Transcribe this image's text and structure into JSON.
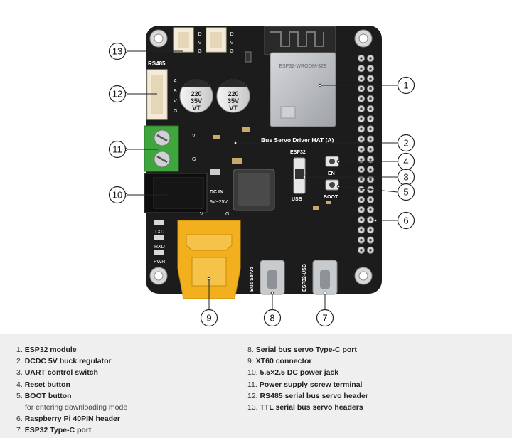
{
  "board": {
    "title": "Bus Servo Driver HAT (A)",
    "labels": {
      "rs485": "RS485",
      "dc_in": "DC IN",
      "dc_range": "9V~25V",
      "esp32": "ESP32",
      "usb": "USB",
      "en": "EN",
      "boot": "BOOT",
      "txd": "TXD",
      "rxd": "RXD",
      "pwr": "PWR",
      "bus_servo": "Bus Servo",
      "esp32_usb": "ESP32-USB",
      "cap1": [
        "220",
        "35V",
        "VT"
      ],
      "cap2": [
        "220",
        "35V",
        "VT"
      ],
      "pin_v": "V",
      "pin_g": "G",
      "pin_d": "D",
      "pin_a": "A",
      "pin_b": "B"
    }
  },
  "callouts": [
    "1",
    "2",
    "3",
    "4",
    "5",
    "6",
    "7",
    "8",
    "9",
    "10",
    "11",
    "12",
    "13"
  ],
  "legend": {
    "left": [
      {
        "n": "1.",
        "t": "ESP32 module"
      },
      {
        "n": "2.",
        "t": "DCDC 5V buck regulator"
      },
      {
        "n": "3.",
        "t": "UART control switch"
      },
      {
        "n": "4.",
        "t": "Reset button"
      },
      {
        "n": "5.",
        "t": "BOOT button"
      },
      {
        "n": "",
        "t": "for entering downloading mode",
        "sub": true
      },
      {
        "n": "6.",
        "t": "Raspberry Pi 40PIN header"
      },
      {
        "n": "7.",
        "t": "ESP32 Type-C port"
      }
    ],
    "right": [
      {
        "n": "8.",
        "t": "Serial bus servo Type-C port"
      },
      {
        "n": "9.",
        "t": "XT60 connector"
      },
      {
        "n": "10.",
        "t": "5.5×2.5 DC power jack"
      },
      {
        "n": "11.",
        "t": "Power supply screw terminal"
      },
      {
        "n": "12.",
        "t": "RS485 serial bus servo header"
      },
      {
        "n": "13.",
        "t": "TTL serial bus servo headers"
      }
    ]
  },
  "colors": {
    "pcb": "#1c1c1c",
    "xt60": "#f2b01e",
    "terminal": "#3ea63c",
    "shield": "#b9bcc0",
    "legend_bg": "#efefef"
  }
}
